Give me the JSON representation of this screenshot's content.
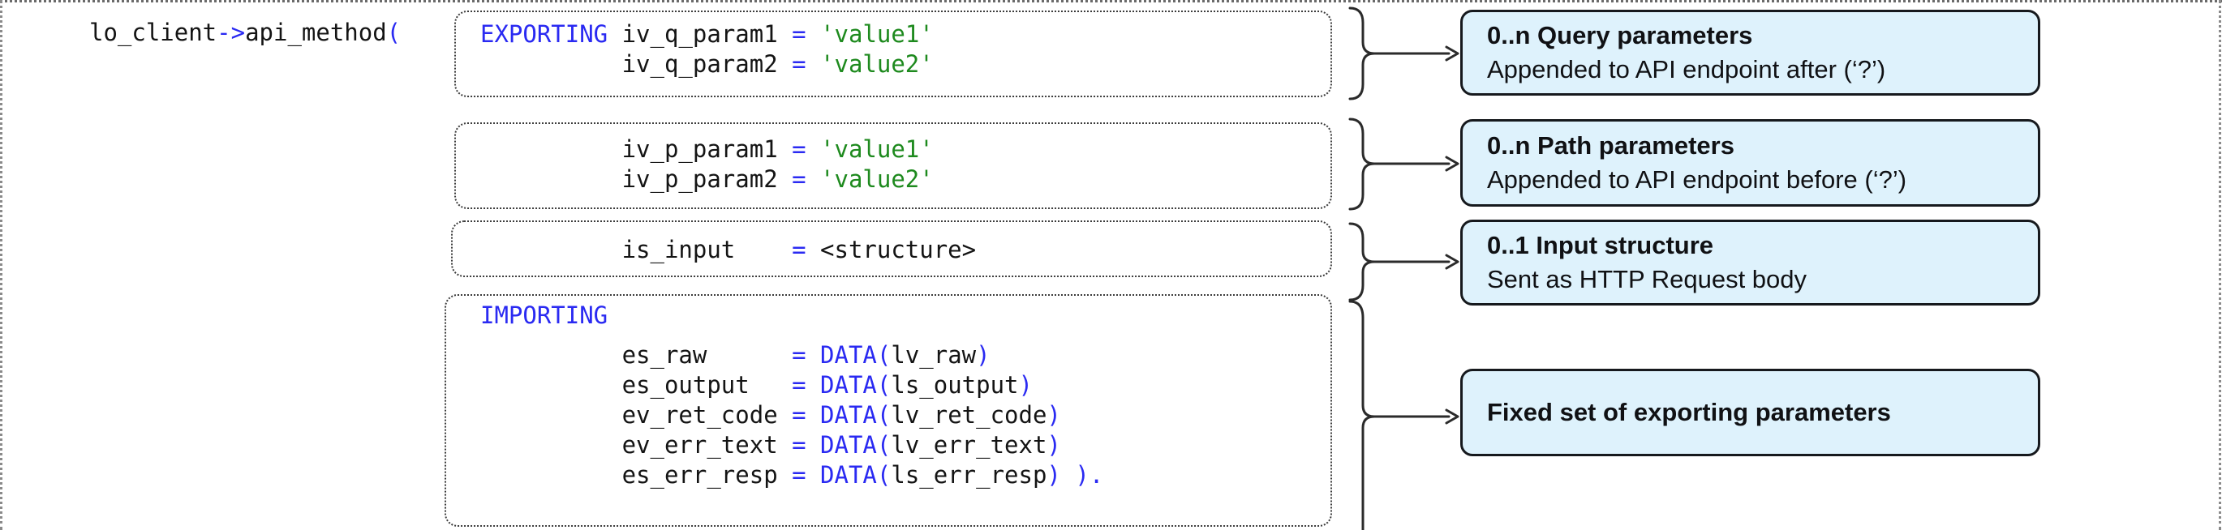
{
  "palette": {
    "keyword_blue": "#2a2af2",
    "string_green": "#1e8a1e",
    "code_black": "#141414",
    "callout_fill": "#def2fc",
    "callout_border": "#16191d",
    "connector": "#2b2b2b"
  },
  "code": {
    "invocation": [
      [
        {
          "t": "lo_client",
          "c": "pl"
        },
        {
          "t": "->",
          "c": "kw"
        },
        {
          "t": "api_method",
          "c": "pl"
        },
        {
          "t": "(",
          "c": "kw"
        }
      ]
    ],
    "boxes": [
      {
        "id": "query-parameters",
        "lines": [
          [
            {
              "t": "EXPORTING",
              "c": "kw"
            },
            {
              "t": " iv_q_param1 ",
              "c": "pl"
            },
            {
              "t": "=",
              "c": "kw"
            },
            {
              "t": " ",
              "c": "pl"
            },
            {
              "t": "'value1'",
              "c": "st"
            }
          ],
          [
            {
              "t": "          iv_q_param2 ",
              "c": "pl"
            },
            {
              "t": "=",
              "c": "kw"
            },
            {
              "t": " ",
              "c": "pl"
            },
            {
              "t": "'value2'",
              "c": "st"
            }
          ]
        ]
      },
      {
        "id": "path-parameters",
        "lines": [
          [
            {
              "t": "          iv_p_param1 ",
              "c": "pl"
            },
            {
              "t": "=",
              "c": "kw"
            },
            {
              "t": " ",
              "c": "pl"
            },
            {
              "t": "'value1'",
              "c": "st"
            }
          ],
          [
            {
              "t": "          iv_p_param2 ",
              "c": "pl"
            },
            {
              "t": "=",
              "c": "kw"
            },
            {
              "t": " ",
              "c": "pl"
            },
            {
              "t": "'value2'",
              "c": "st"
            }
          ]
        ]
      },
      {
        "id": "input-structure",
        "lines": [
          [
            {
              "t": "          is_input    ",
              "c": "pl"
            },
            {
              "t": "=",
              "c": "kw"
            },
            {
              "t": " <structure>",
              "c": "pl"
            }
          ]
        ]
      },
      {
        "id": "importing-parameters",
        "lines": [
          [
            {
              "t": "IMPORTING",
              "c": "kw"
            }
          ],
          [
            {
              "t": "          es_raw      ",
              "c": "pl"
            },
            {
              "t": "=",
              "c": "kw"
            },
            {
              "t": " ",
              "c": "pl"
            },
            {
              "t": "DATA(",
              "c": "kw"
            },
            {
              "t": "lv_raw",
              "c": "pl"
            },
            {
              "t": ")",
              "c": "kw"
            }
          ],
          [
            {
              "t": "          es_output   ",
              "c": "pl"
            },
            {
              "t": "=",
              "c": "kw"
            },
            {
              "t": " ",
              "c": "pl"
            },
            {
              "t": "DATA(",
              "c": "kw"
            },
            {
              "t": "ls_output",
              "c": "pl"
            },
            {
              "t": ")",
              "c": "kw"
            }
          ],
          [
            {
              "t": "          ev_ret_code ",
              "c": "pl"
            },
            {
              "t": "=",
              "c": "kw"
            },
            {
              "t": " ",
              "c": "pl"
            },
            {
              "t": "DATA(",
              "c": "kw"
            },
            {
              "t": "lv_ret_code",
              "c": "pl"
            },
            {
              "t": ")",
              "c": "kw"
            }
          ],
          [
            {
              "t": "          ev_err_text ",
              "c": "pl"
            },
            {
              "t": "=",
              "c": "kw"
            },
            {
              "t": " ",
              "c": "pl"
            },
            {
              "t": "DATA(",
              "c": "kw"
            },
            {
              "t": "lv_err_text",
              "c": "pl"
            },
            {
              "t": ")",
              "c": "kw"
            }
          ],
          [
            {
              "t": "          es_err_resp ",
              "c": "pl"
            },
            {
              "t": "=",
              "c": "kw"
            },
            {
              "t": " ",
              "c": "pl"
            },
            {
              "t": "DATA(",
              "c": "kw"
            },
            {
              "t": "ls_err_resp",
              "c": "pl"
            },
            {
              "t": ")",
              "c": "kw"
            },
            {
              "t": " ",
              "c": "pl"
            },
            {
              "t": ").",
              "c": "kw"
            }
          ]
        ]
      }
    ]
  },
  "callouts": [
    {
      "title": "0..n Query parameters",
      "subtitle": "Appended to API endpoint after (‘?’)"
    },
    {
      "title": "0..n Path parameters",
      "subtitle": "Appended to API endpoint before (‘?’)"
    },
    {
      "title": "0..1 Input structure",
      "subtitle": "Sent as HTTP Request body"
    },
    {
      "title": "Fixed set of exporting parameters",
      "subtitle": ""
    }
  ]
}
